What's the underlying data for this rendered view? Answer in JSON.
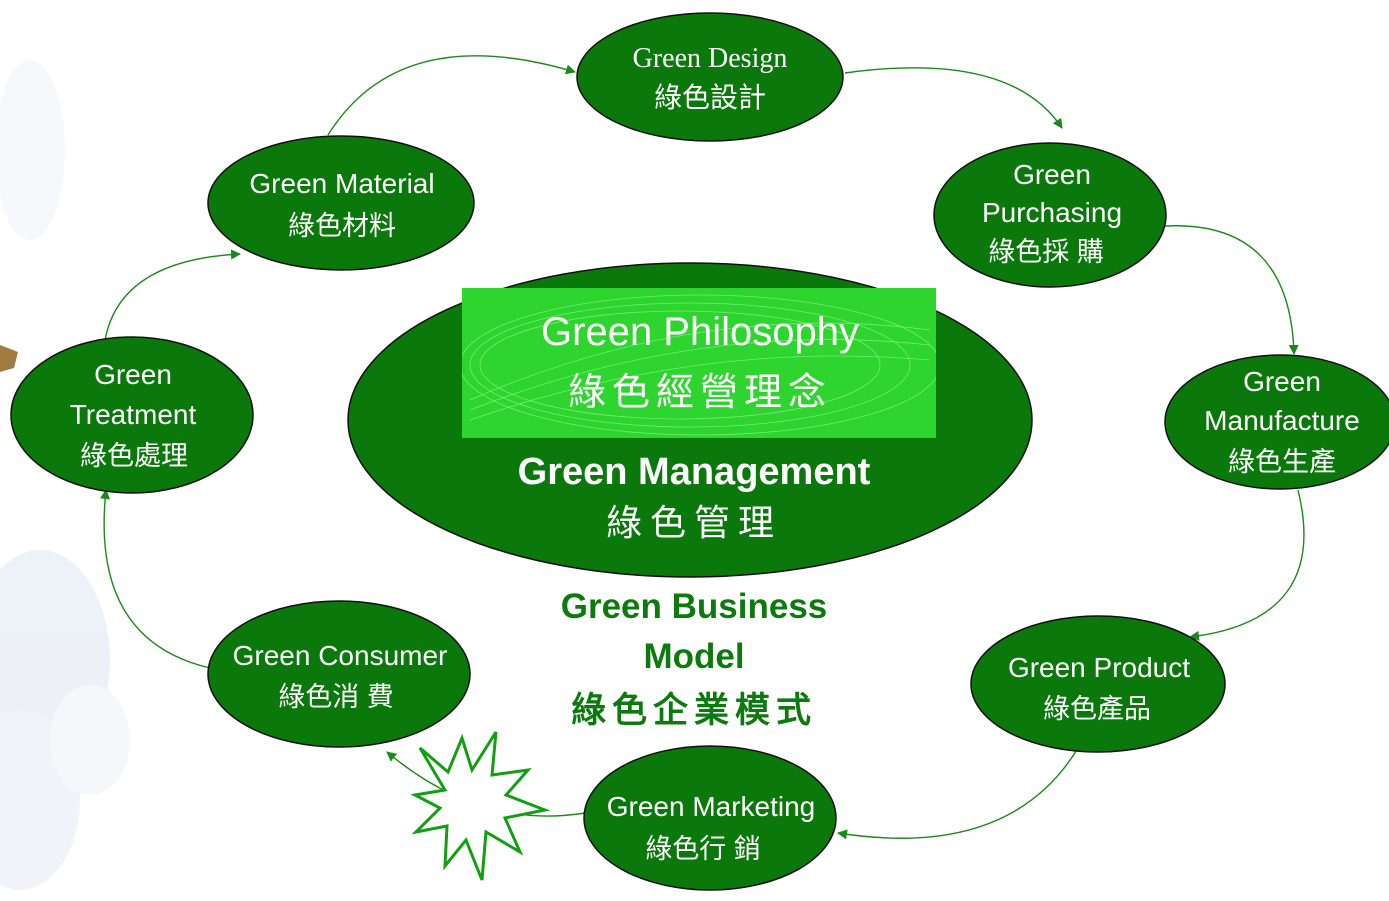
{
  "colors": {
    "node_fill": "#0b780b",
    "node_stroke": "#111111",
    "connector": "#1a8a1a",
    "philosophy_fill": "#2fd52f",
    "model_text": "#0d7a0d"
  },
  "nodes": {
    "design": {
      "en": "Green Design",
      "zh": "綠色設計"
    },
    "purchasing": {
      "en1": "Green",
      "en2": "Purchasing",
      "zh": "綠色採 購"
    },
    "manufacture": {
      "en1": "Green",
      "en2": "Manufacture",
      "zh": "綠色生產"
    },
    "product": {
      "en": "Green Product",
      "zh": "綠色產品"
    },
    "marketing": {
      "en": "Green Marketing",
      "zh": "綠色行 銷"
    },
    "consumer": {
      "en": "Green Consumer",
      "zh": "綠色消 費"
    },
    "treatment": {
      "en1": "Green",
      "en2": "Treatment",
      "zh": "綠色處理"
    },
    "material": {
      "en": "Green Material",
      "zh": "綠色材料"
    }
  },
  "center": {
    "philosophy_en": "Green Philosophy",
    "philosophy_zh": "綠色經營理念",
    "management_en": "Green Management",
    "management_zh": "綠色管理"
  },
  "model": {
    "line1": "Green Business",
    "line2": "Model",
    "zh": "綠色企業模式"
  },
  "icons": {
    "burst": "starburst-icon",
    "flower": "flower-decoration-icon",
    "butterfly": "butterfly-decoration-icon"
  }
}
